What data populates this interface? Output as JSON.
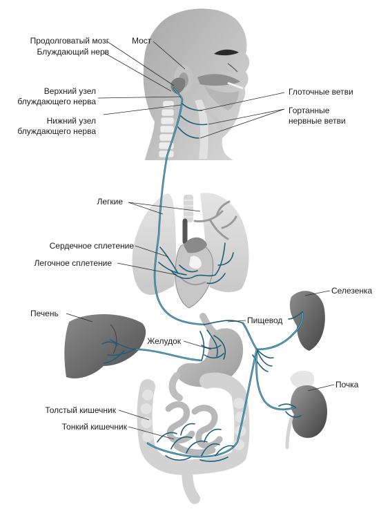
{
  "labels": {
    "medulla": "Продолговатый мозг",
    "vagus": "Блуждающий нерв",
    "pons": "Мост",
    "superior_ganglion_1": "Верхний узел",
    "superior_ganglion_2": "блуждающего нерва",
    "inferior_ganglion_1": "Нижний узел",
    "inferior_ganglion_2": "блуждающего нерва",
    "pharyngeal": "Глоточные ветви",
    "laryngeal_1": "Гортанные",
    "laryngeal_2": "нервные ветви",
    "lungs": "Легкие",
    "cardiac_plexus": "Сердечное сплетение",
    "pulmonary_plexus": "Легочное  сплетение",
    "spleen": "Селезенка",
    "liver": "Печень",
    "esophagus": "Пищевод",
    "stomach": "Желудок",
    "kidney": "Почка",
    "large_intestine": "Толстый кишечник",
    "small_intestine": "Тонкий кишечник"
  },
  "colors": {
    "nerve": "#1d5d78",
    "nerve_highlight": "#6fb3cf",
    "organ_light": "#d6d6d6",
    "organ_mid": "#a9a9a9",
    "organ_dark": "#6e6e6e"
  }
}
